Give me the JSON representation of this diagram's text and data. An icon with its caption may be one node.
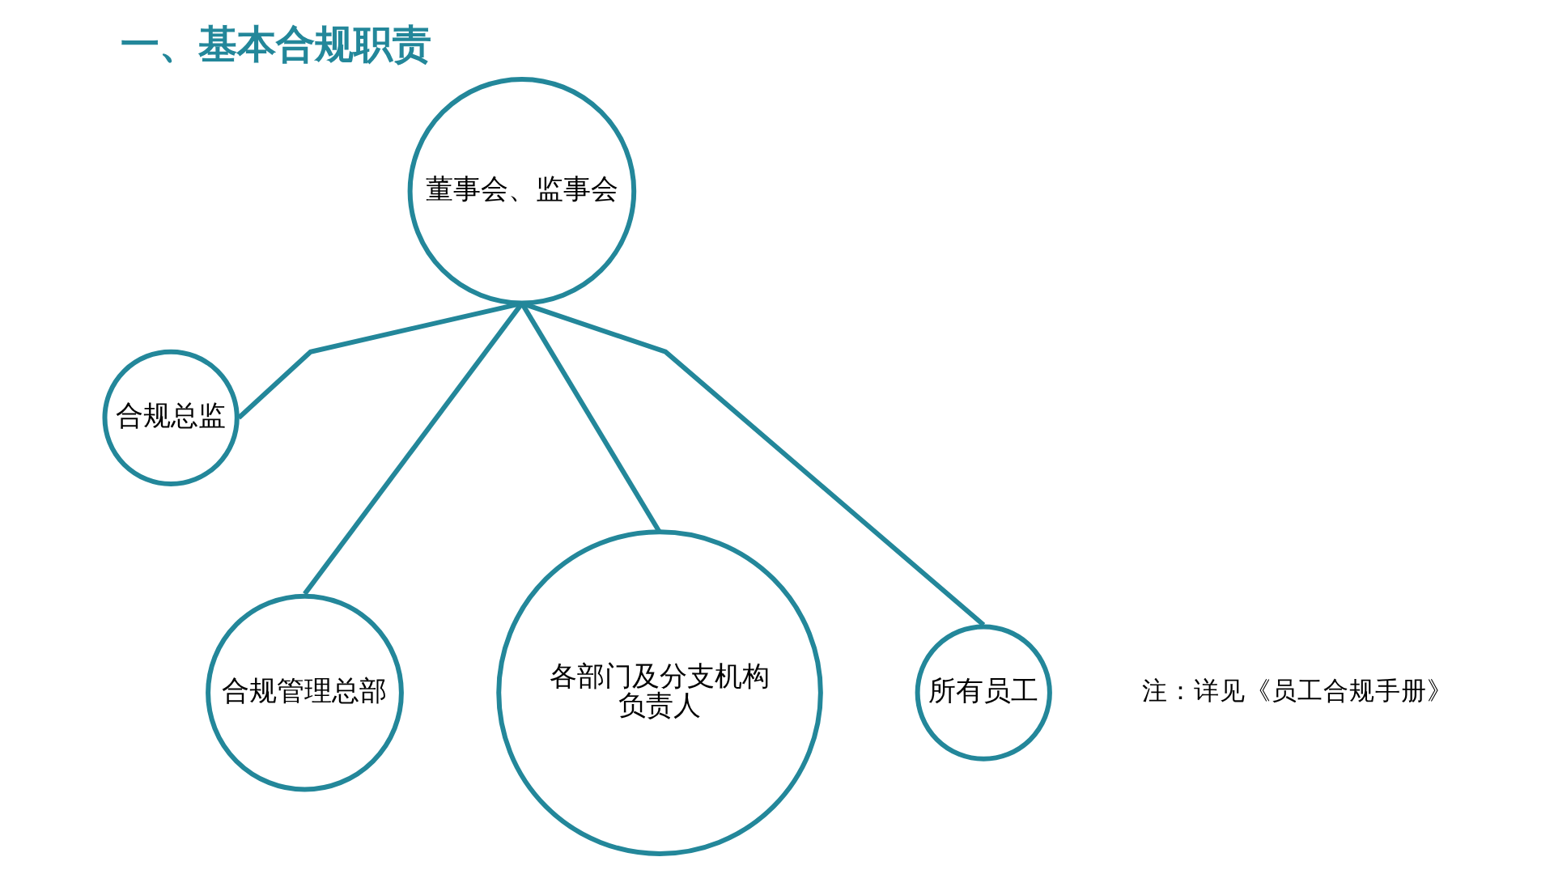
{
  "diagram": {
    "title": "一、基本合规职责",
    "nodes": [
      {
        "text": [
          "董事会、监事会"
        ]
      },
      {
        "text": [
          "合规总监"
        ]
      },
      {
        "text": [
          "合规管理总部"
        ]
      },
      {
        "text": [
          "各部门及分支机构负责人"
        ]
      },
      {
        "text": [
          "所有员工"
        ]
      }
    ],
    "edges": [
      {
        "from": 0,
        "to": 1,
        "arrow": "none"
      },
      {
        "from": 0,
        "to": 2,
        "arrow": "none"
      },
      {
        "from": 0,
        "to": 3,
        "arrow": "none"
      },
      {
        "from": 0,
        "to": 4,
        "arrow": "none"
      }
    ],
    "labels": [
      "注：详见《员工合规手册》"
    ]
  }
}
